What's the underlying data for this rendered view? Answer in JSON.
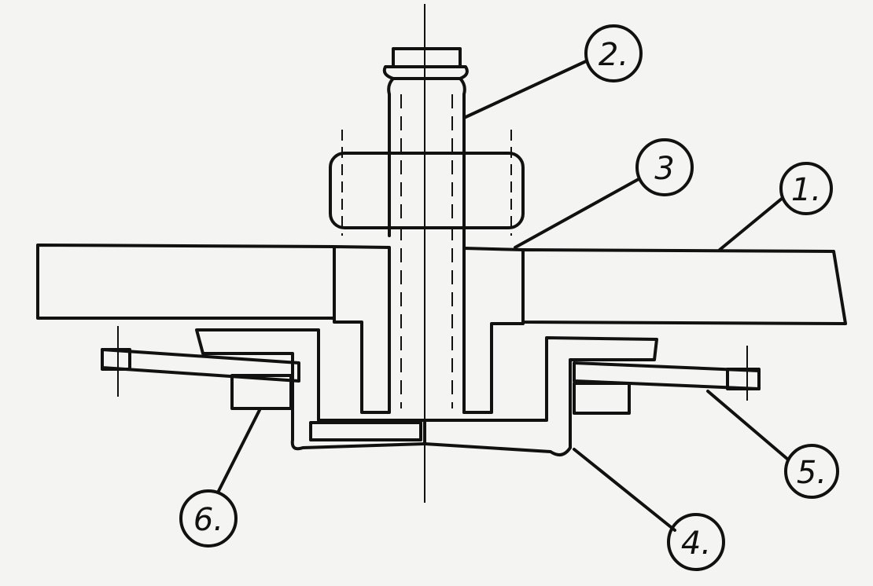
{
  "diagram": {
    "type": "mechanical cross-section sketch",
    "callouts": [
      {
        "id": "1",
        "label": "1."
      },
      {
        "id": "2",
        "label": "2."
      },
      {
        "id": "3",
        "label": "3"
      },
      {
        "id": "4",
        "label": "4."
      },
      {
        "id": "5",
        "label": "5."
      },
      {
        "id": "6",
        "label": "6."
      }
    ],
    "colors": {
      "ink": "#111111",
      "paper": "#f4f4f2"
    }
  }
}
